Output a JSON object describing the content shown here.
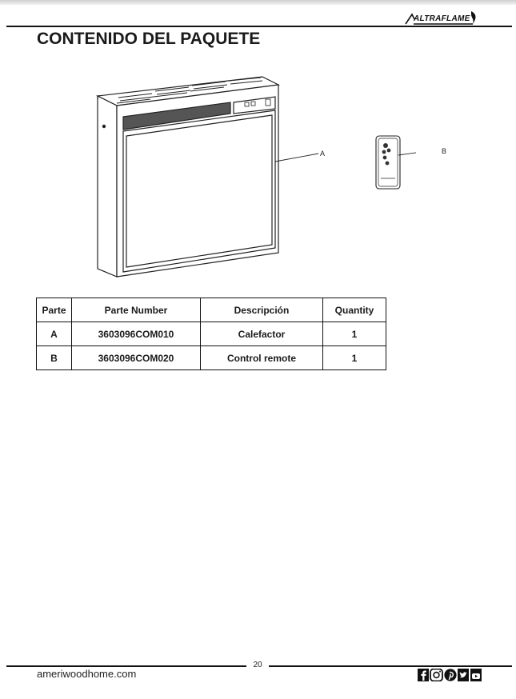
{
  "header": {
    "brand": "ALTRAFLAME"
  },
  "page_title": "CONTENIDO DEL PAQUETE",
  "illustration": {
    "callout_a": "A",
    "callout_b": "B"
  },
  "parts_table": {
    "headers": [
      "Parte",
      "Parte Number",
      "Descripción",
      "Quantity"
    ],
    "rows": [
      [
        "A",
        "3603096COM010",
        "Calefactor",
        "1"
      ],
      [
        "B",
        "3603096COM020",
        "Control remote",
        "1"
      ]
    ]
  },
  "footer": {
    "page_number": "20",
    "website": "ameriwoodhome.com",
    "social_icons": [
      "facebook-icon",
      "instagram-icon",
      "pinterest-icon",
      "twitter-icon",
      "youtube-icon"
    ]
  },
  "colors": {
    "ink": "#111111",
    "accent": "#ffffff"
  }
}
